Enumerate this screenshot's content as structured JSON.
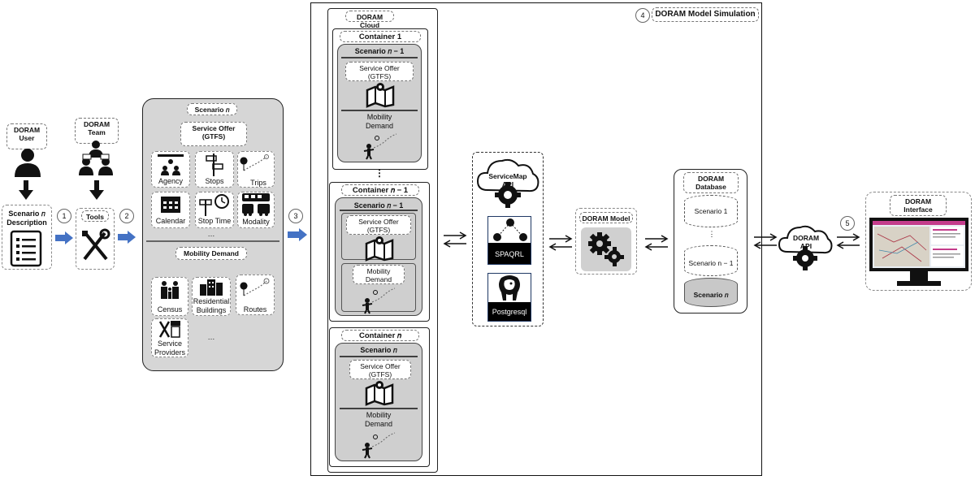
{
  "user": {
    "label_line1": "DORAM",
    "label_line2": "User"
  },
  "team": {
    "label_line1": "DORAM",
    "label_line2": "Team"
  },
  "description": {
    "label_line1": "Scenario 𝑛",
    "label_line2": "Description"
  },
  "tools": {
    "label": "Tools"
  },
  "steps": [
    "1",
    "2",
    "3",
    "4",
    "5"
  ],
  "scenario_panel": {
    "title": "Scenario 𝑛",
    "service_offer_line1": "Service Offer",
    "service_offer_line2": "(GTFS)",
    "items": [
      "Agency",
      "Stops",
      "Trips",
      "Calendar",
      "Stop Time",
      "Modality"
    ],
    "ellipsis": "…",
    "mobility_demand": "Mobility Demand",
    "demand_items": [
      "Census",
      "Residential Buildings",
      "Routes",
      "Service Providers"
    ],
    "demand_ellipsis": "…"
  },
  "simulation": {
    "title": "DORAM Model Simulation"
  },
  "cloud": {
    "title": "DORAM Cloud",
    "containers": [
      {
        "title": "Container 1",
        "scenario": "Scenario 𝑛 − 1",
        "service_offer": "Service Offer (GTFS)",
        "mobility_demand": "Mobility Demand"
      },
      {
        "title": "Container 𝑛 − 1",
        "scenario": "Scenario 𝑛 − 1",
        "service_offer": "Service Offer (GTFS)",
        "mobility_demand": "Mobility Demand"
      },
      {
        "title": "Container 𝑛",
        "scenario": "Scenario 𝑛",
        "service_offer": "Service Offer (GTFS)",
        "mobility_demand": "Mobility Demand"
      }
    ],
    "dots": "⋮"
  },
  "servicemap": {
    "label_line1": "ServiceMap",
    "label_line2": "API",
    "sparql": "SPAQRL",
    "postgres": "Postgresql"
  },
  "model": {
    "label": "DORAM Model"
  },
  "database": {
    "label_line1": "DORAM",
    "label_line2": "Database",
    "entries": [
      "Scenario 1",
      "⋮",
      "Scenario n − 1",
      "Scenario 𝑛"
    ]
  },
  "api": {
    "label_line1": "DORAM",
    "label_line2": "API"
  },
  "interface": {
    "label_line1": "DORAM",
    "label_line2": "Interface"
  },
  "colors": {
    "arrow_blue": "#4472c4",
    "panel_gray": "#d6d6d6"
  }
}
